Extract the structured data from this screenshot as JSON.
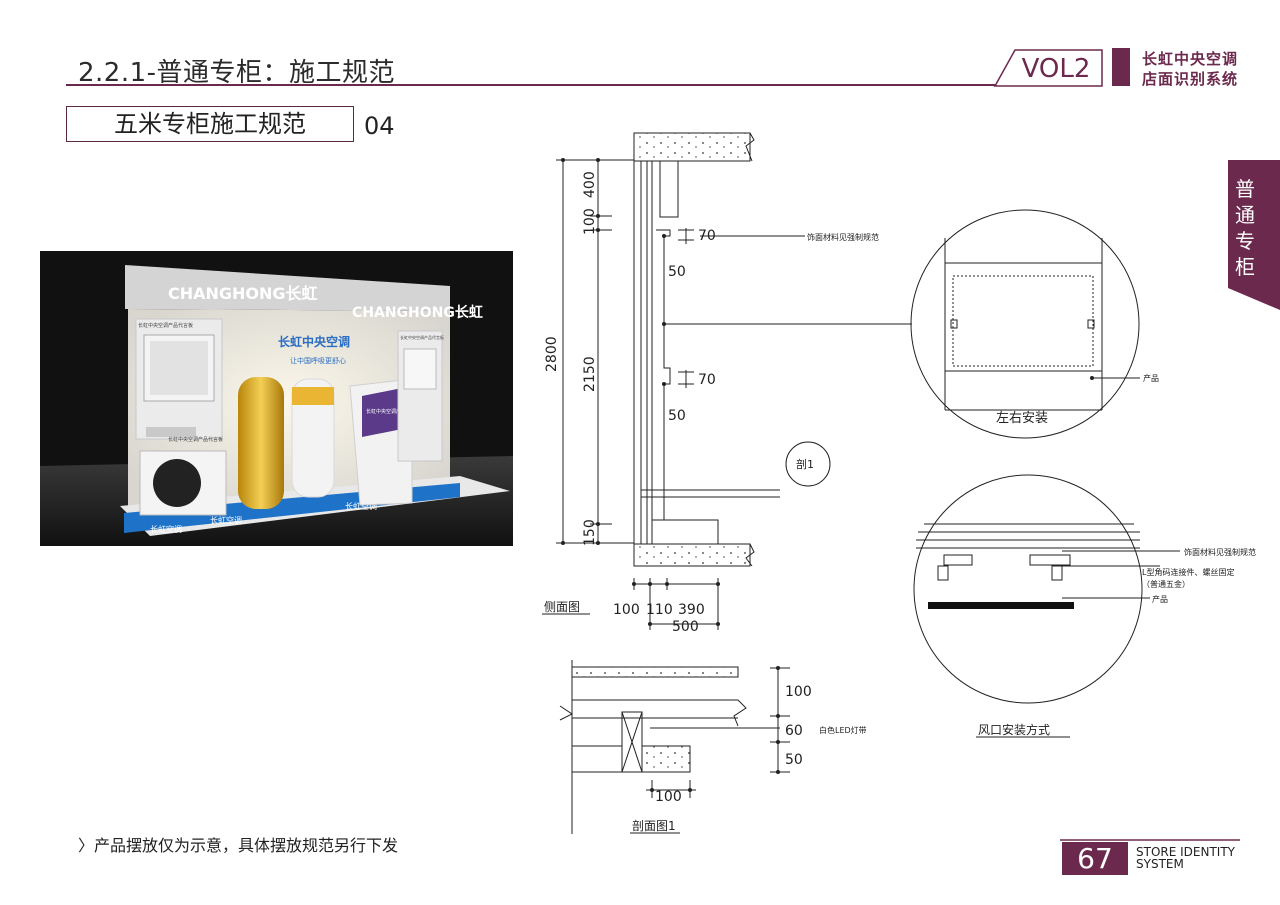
{
  "header": {
    "title": "2.2.1-普通专柜：施工规范",
    "vol": "VOL2",
    "brand_line1": "长虹中央空调",
    "brand_line2": "店面识别系统"
  },
  "section": {
    "title": "五米专柜施工规范",
    "number": "04"
  },
  "side_tab": {
    "label": "普通专柜"
  },
  "photo": {
    "logo_left": "CHANGHONG长虹",
    "logo_right": "CHANGHONG长虹",
    "center_logo": "长虹中央空调",
    "slogan": "让中国呼吸更舒心",
    "panel_left": "长虹中央空调产品代言板",
    "panel_left2": "长虹中央空调产品代言板",
    "panel_right": "长虹中央空调产品代言板",
    "kiosk": "长虹中央空调产品代言板",
    "base_label": "长虹空调"
  },
  "side_view": {
    "dims_vertical": [
      "2800",
      "400",
      "100",
      "2150",
      "150"
    ],
    "dim_70_top": "70",
    "dim_50_top": "50",
    "dim_70_mid": "70",
    "dim_50_mid": "50",
    "dims_bottom": [
      "100",
      "110",
      "390"
    ],
    "dim_total": "500",
    "label_finish": "饰面材料见强制规范",
    "section_marker": "剖1",
    "caption": "侧面图"
  },
  "section_view": {
    "dims": [
      "100",
      "60",
      "50"
    ],
    "dim_bottom": "100",
    "led_label": "白色LED灯带",
    "caption": "剖面图1"
  },
  "detail_top": {
    "product_label": "产品",
    "install_label": "左右安装"
  },
  "detail_bottom": {
    "finish_label": "饰面材料见强制规范",
    "connector_label": "L型角码连接件、螺丝固定",
    "hardware_label": "（普通五金）",
    "product_label": "产品",
    "caption": "风口安装方式"
  },
  "footer": {
    "note": "〉产品摆放仅为示意，具体摆放规范另行下发",
    "page": "67",
    "sid_line1": "STORE IDENTITY",
    "sid_line2": "SYSTEM"
  },
  "colors": {
    "accent": "#6b2a4d",
    "photo_blue": "#1e73c8"
  }
}
